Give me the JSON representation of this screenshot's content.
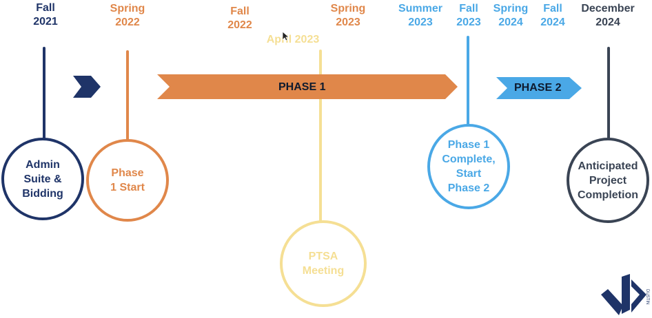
{
  "dates": {
    "fall_2021": "Fall\n2021",
    "spring_2022": "Spring\n2022",
    "fall_2022": "Fall\n2022",
    "spring_2023": "Spring\n2023",
    "april_2023": "April 2023",
    "summer_2023": "Summer\n2023",
    "fall_2023": "Fall\n2023",
    "spring_2024": "Spring\n2024",
    "fall_2024": "Fall\n2024",
    "december_2024": "December\n2024"
  },
  "milestones": {
    "admin_suite": "Admin Suite & Bidding",
    "phase1_start": "Phase 1 Start",
    "ptsa_meeting": "PTSA Meeting",
    "phase1_complete": "Phase 1 Complete, Start Phase 2",
    "anticipated_completion": "Anticipated Project Completion"
  },
  "phases": {
    "phase1": "PHASE 1",
    "phase2": "PHASE 2"
  },
  "colors": {
    "navy": "#1f3468",
    "orange": "#e0874a",
    "yellow": "#f5df94",
    "blue": "#4aa8e6",
    "slate": "#3a4454"
  },
  "icons": {
    "logo": "dustin-logo",
    "cursor": "mouse-pointer-icon"
  },
  "logo_text": "DUSTIN"
}
